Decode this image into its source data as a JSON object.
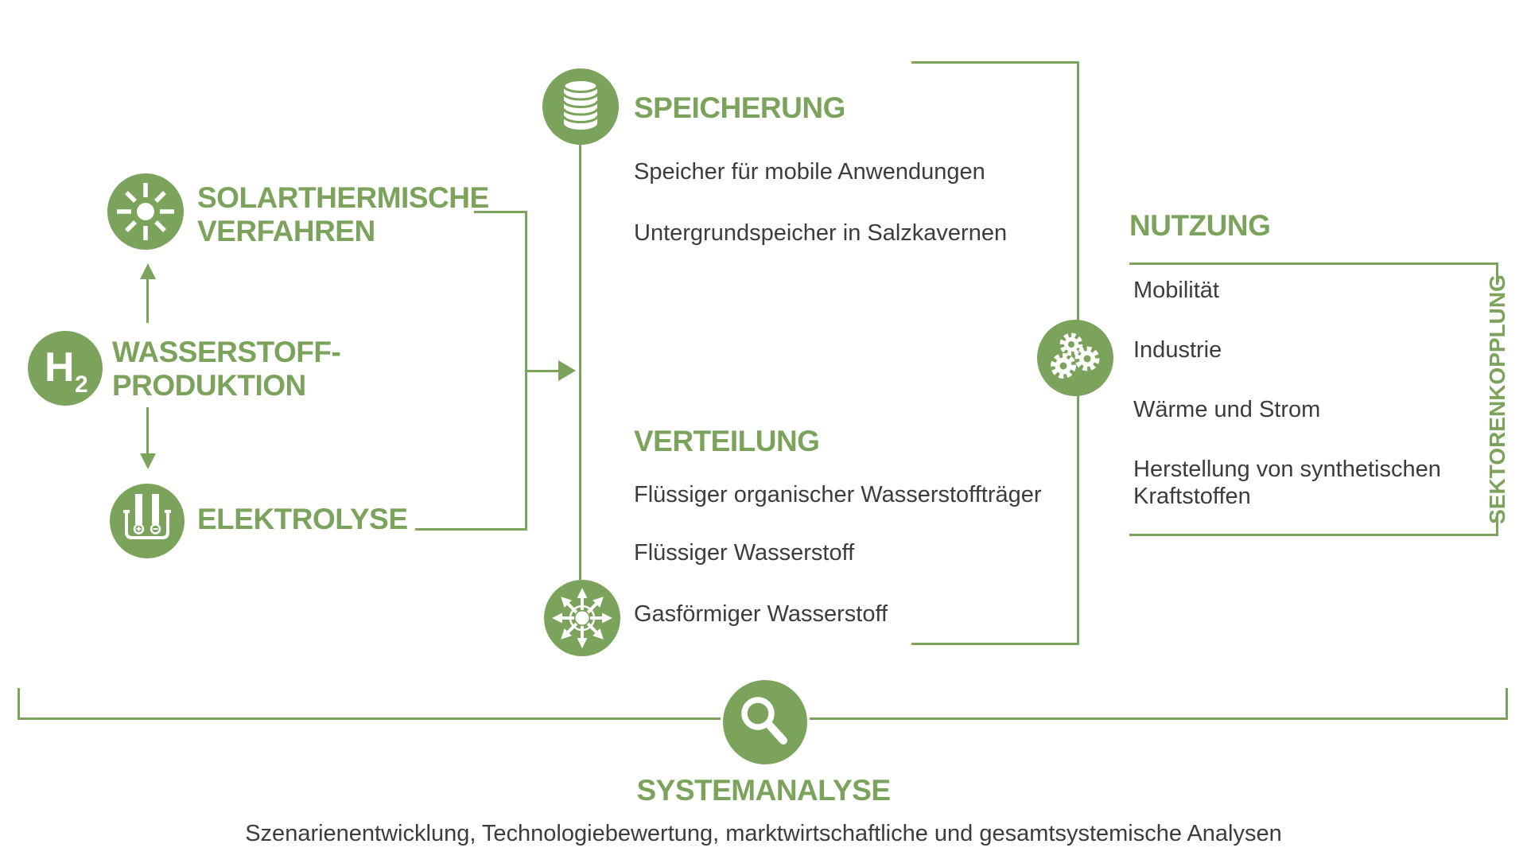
{
  "colors": {
    "green": "#7BA35C",
    "text": "#3C3C3B",
    "background": "#FFFFFF"
  },
  "production": {
    "h2_symbol": {
      "main": "H",
      "sub": "2"
    },
    "label_lines": [
      "WASSERSTOFF-",
      "PRODUKTION"
    ],
    "solar_lines": [
      "SOLARTHERMISCHE",
      "VERFAHREN"
    ],
    "electrolysis_label": "ELEKTROLYSE"
  },
  "speicherung": {
    "heading": "SPEICHERUNG",
    "items": [
      "Speicher für mobile Anwendungen",
      "Untergrundspeicher in Salzkavernen"
    ]
  },
  "verteilung": {
    "heading": "VERTEILUNG",
    "items": [
      "Flüssiger organischer Wasserstoffträger",
      "Flüssiger Wasserstoff",
      "Gasförmiger Wasserstoff"
    ]
  },
  "nutzung": {
    "heading": "NUTZUNG",
    "items": [
      "Mobilität",
      "Industrie",
      "Wärme und Strom",
      "Herstellung von synthetischen Kraftstoffen"
    ],
    "side_label": "SEKTORENKOPPLUNG"
  },
  "systemanalyse": {
    "heading": "SYSTEMANALYSE",
    "subtitle": "Szenarienentwicklung, Technologiebewertung, marktwirtschaftliche und gesamtsystemische Analysen"
  }
}
